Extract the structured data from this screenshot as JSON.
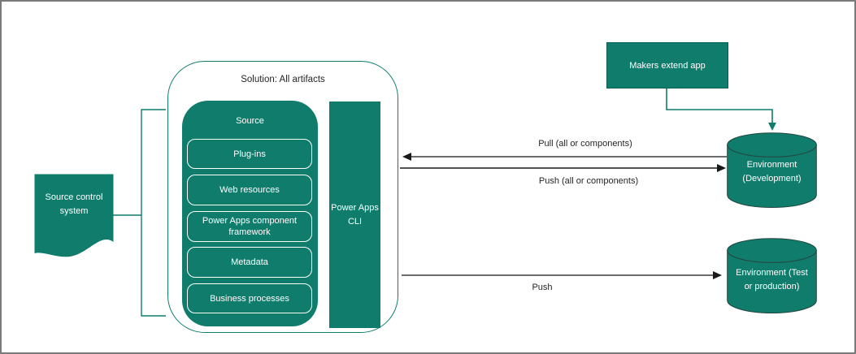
{
  "colors": {
    "teal": "#0F7C6C",
    "teal_dark_outline": "#24453F",
    "arrow_dark": "#3b3b3b",
    "page_border_gray": "#7a7a7a",
    "text_dark": "#252525",
    "text_on_teal": "#ffffff"
  },
  "source_control": {
    "label": "Source control system"
  },
  "solution": {
    "title": "Solution: All artifacts",
    "source_group": {
      "label": "Source",
      "items": [
        "Plug-ins",
        "Web resources",
        "Power Apps component framework",
        "Metadata",
        "Business processes"
      ]
    },
    "cli_bar": {
      "label": "Power Apps CLI"
    }
  },
  "makers": {
    "label": "Makers extend app"
  },
  "environments": [
    {
      "label": "Environment (Development)"
    },
    {
      "label": "Environment (Test or production)"
    }
  ],
  "arrows": {
    "pull_label": "Pull (all or components)",
    "push_label": "Push (all or components)",
    "push_bottom_label": "Push"
  }
}
